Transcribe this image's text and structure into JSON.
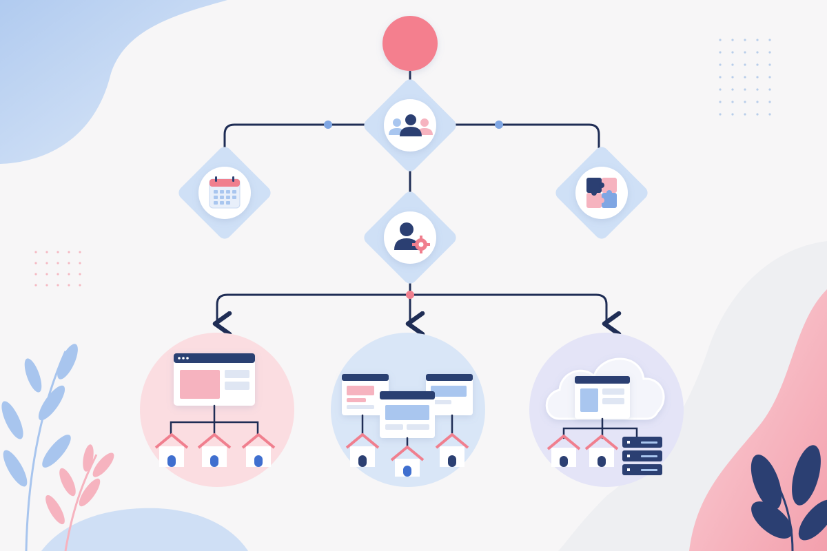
{
  "diagram": {
    "root": {
      "icon": "root-circle"
    },
    "nodes": [
      {
        "key": "team",
        "icon": "users-group-icon"
      },
      {
        "key": "calendar",
        "icon": "calendar-icon"
      },
      {
        "key": "integrations",
        "icon": "puzzle-icon"
      },
      {
        "key": "admin",
        "icon": "user-gear-icon"
      }
    ],
    "deployments": [
      {
        "key": "single-app-multi-site",
        "icon": "browser-window-icon",
        "sites": 3
      },
      {
        "key": "multi-app-multi-site",
        "icon": "browser-windows-icon",
        "sites": 3
      },
      {
        "key": "cloud-with-servers",
        "icon": "cloud-server-icon",
        "sites": 2
      }
    ]
  },
  "colors": {
    "background": "#f7f6f7",
    "navy": "#2b3a67",
    "pink": "#f07f8e",
    "light_pink": "#f9c9d0",
    "blue": "#7fa6e3",
    "light_blue": "#d6e5f8",
    "lavender": "#e3e3f7"
  }
}
